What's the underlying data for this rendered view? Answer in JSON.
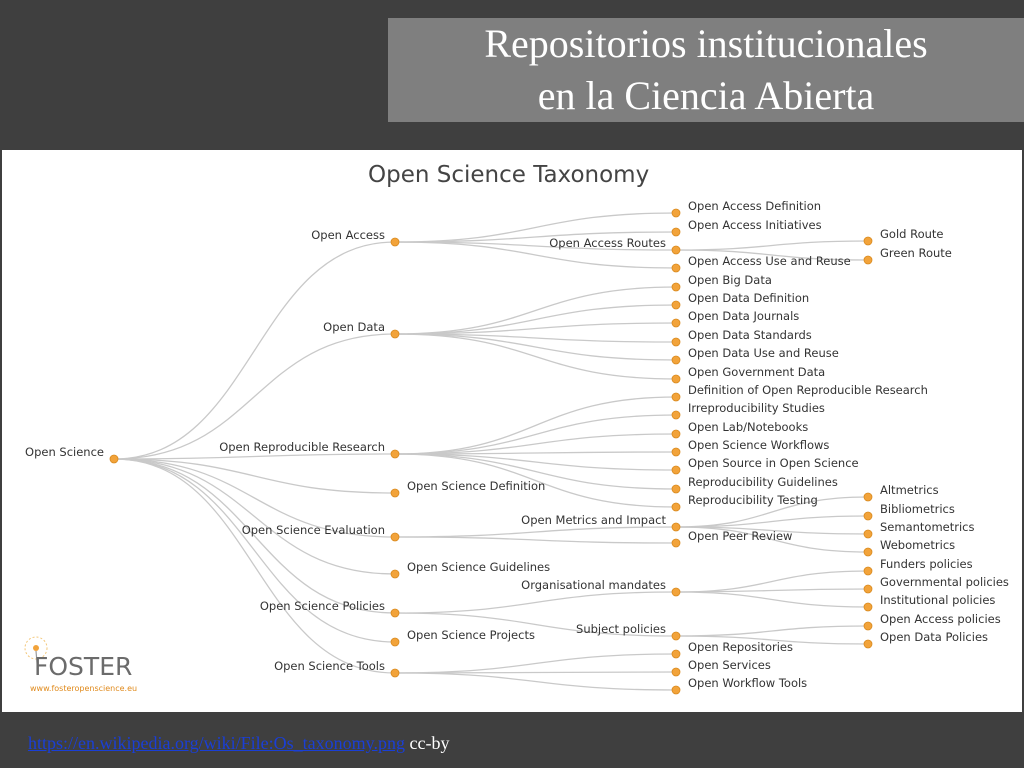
{
  "slide": {
    "title_line1": "Repositorios institucionales",
    "title_line2": "en la Ciencia Abierta"
  },
  "diagram": {
    "title": "Open Science Taxonomy",
    "nodes": [
      {
        "id": "root",
        "label": "Open Science"
      },
      {
        "id": "oa",
        "label": "Open Access"
      },
      {
        "id": "od",
        "label": "Open Data"
      },
      {
        "id": "orr",
        "label": "Open Reproducible Research"
      },
      {
        "id": "osd",
        "label": "Open Science Definition"
      },
      {
        "id": "ose",
        "label": "Open Science Evaluation"
      },
      {
        "id": "osg",
        "label": "Open Science Guidelines"
      },
      {
        "id": "osp",
        "label": "Open Science Policies"
      },
      {
        "id": "ospr",
        "label": "Open Science Projects"
      },
      {
        "id": "ost",
        "label": "Open Science Tools"
      },
      {
        "id": "oadef",
        "label": "Open Access Definition"
      },
      {
        "id": "oaini",
        "label": "Open Access Initiatives"
      },
      {
        "id": "oarou",
        "label": "Open Access Routes"
      },
      {
        "id": "oause",
        "label": "Open Access Use and Reuse"
      },
      {
        "id": "gold",
        "label": "Gold Route"
      },
      {
        "id": "green",
        "label": "Green Route"
      },
      {
        "id": "obd",
        "label": "Open Big Data"
      },
      {
        "id": "oddef",
        "label": "Open Data Definition"
      },
      {
        "id": "odj",
        "label": "Open Data Journals"
      },
      {
        "id": "ods",
        "label": "Open Data Standards"
      },
      {
        "id": "oduse",
        "label": "Open Data Use and Reuse"
      },
      {
        "id": "ogd",
        "label": "Open Government Data"
      },
      {
        "id": "dorr",
        "label": "Definition of Open Reproducible Research"
      },
      {
        "id": "irr",
        "label": "Irreproducibility Studies"
      },
      {
        "id": "olab",
        "label": "Open Lab/Notebooks"
      },
      {
        "id": "osw",
        "label": "Open Science Workflows"
      },
      {
        "id": "osos",
        "label": "Open Source in Open Science"
      },
      {
        "id": "rg",
        "label": "Reproducibility Guidelines"
      },
      {
        "id": "rt",
        "label": "Reproducibility Testing"
      },
      {
        "id": "omi",
        "label": "Open Metrics and Impact"
      },
      {
        "id": "opr",
        "label": "Open Peer Review"
      },
      {
        "id": "alt",
        "label": "Altmetrics"
      },
      {
        "id": "bib",
        "label": "Bibliometrics"
      },
      {
        "id": "sem",
        "label": "Semantometrics"
      },
      {
        "id": "web",
        "label": "Webometrics"
      },
      {
        "id": "orgm",
        "label": "Organisational mandates"
      },
      {
        "id": "subp",
        "label": "Subject policies"
      },
      {
        "id": "fund",
        "label": "Funders policies"
      },
      {
        "id": "gov",
        "label": "Governmental policies"
      },
      {
        "id": "inst",
        "label": "Institutional policies"
      },
      {
        "id": "oap",
        "label": "Open Access policies"
      },
      {
        "id": "odp",
        "label": "Open Data Policies"
      },
      {
        "id": "orep",
        "label": "Open Repositories"
      },
      {
        "id": "oserv",
        "label": "Open Services"
      },
      {
        "id": "owt",
        "label": "Open Workflow Tools"
      }
    ],
    "edges": [
      [
        "root",
        "oa"
      ],
      [
        "root",
        "od"
      ],
      [
        "root",
        "orr"
      ],
      [
        "root",
        "osd"
      ],
      [
        "root",
        "ose"
      ],
      [
        "root",
        "osg"
      ],
      [
        "root",
        "osp"
      ],
      [
        "root",
        "ospr"
      ],
      [
        "root",
        "ost"
      ],
      [
        "oa",
        "oadef"
      ],
      [
        "oa",
        "oaini"
      ],
      [
        "oa",
        "oarou"
      ],
      [
        "oa",
        "oause"
      ],
      [
        "oarou",
        "gold"
      ],
      [
        "oarou",
        "green"
      ],
      [
        "od",
        "obd"
      ],
      [
        "od",
        "oddef"
      ],
      [
        "od",
        "odj"
      ],
      [
        "od",
        "ods"
      ],
      [
        "od",
        "oduse"
      ],
      [
        "od",
        "ogd"
      ],
      [
        "orr",
        "dorr"
      ],
      [
        "orr",
        "irr"
      ],
      [
        "orr",
        "olab"
      ],
      [
        "orr",
        "osw"
      ],
      [
        "orr",
        "osos"
      ],
      [
        "orr",
        "rg"
      ],
      [
        "orr",
        "rt"
      ],
      [
        "ose",
        "omi"
      ],
      [
        "ose",
        "opr"
      ],
      [
        "omi",
        "alt"
      ],
      [
        "omi",
        "bib"
      ],
      [
        "omi",
        "sem"
      ],
      [
        "omi",
        "web"
      ],
      [
        "osp",
        "orgm"
      ],
      [
        "osp",
        "subp"
      ],
      [
        "orgm",
        "fund"
      ],
      [
        "orgm",
        "gov"
      ],
      [
        "orgm",
        "inst"
      ],
      [
        "subp",
        "oap"
      ],
      [
        "subp",
        "odp"
      ],
      [
        "ost",
        "orep"
      ],
      [
        "ost",
        "oserv"
      ],
      [
        "ost",
        "owt"
      ]
    ]
  },
  "logo": {
    "name": "FOSTER",
    "url": "www.fosteropenscience.eu"
  },
  "footer": {
    "link_text": "https://en.wikipedia.org/wiki/File:Os_taxonomy.png",
    "license": "cc-by"
  },
  "colors": {
    "node": "#f2a33a",
    "edge": "#c9c9c9",
    "title_box": "#7f7f7f",
    "background": "#3f3f3f"
  }
}
